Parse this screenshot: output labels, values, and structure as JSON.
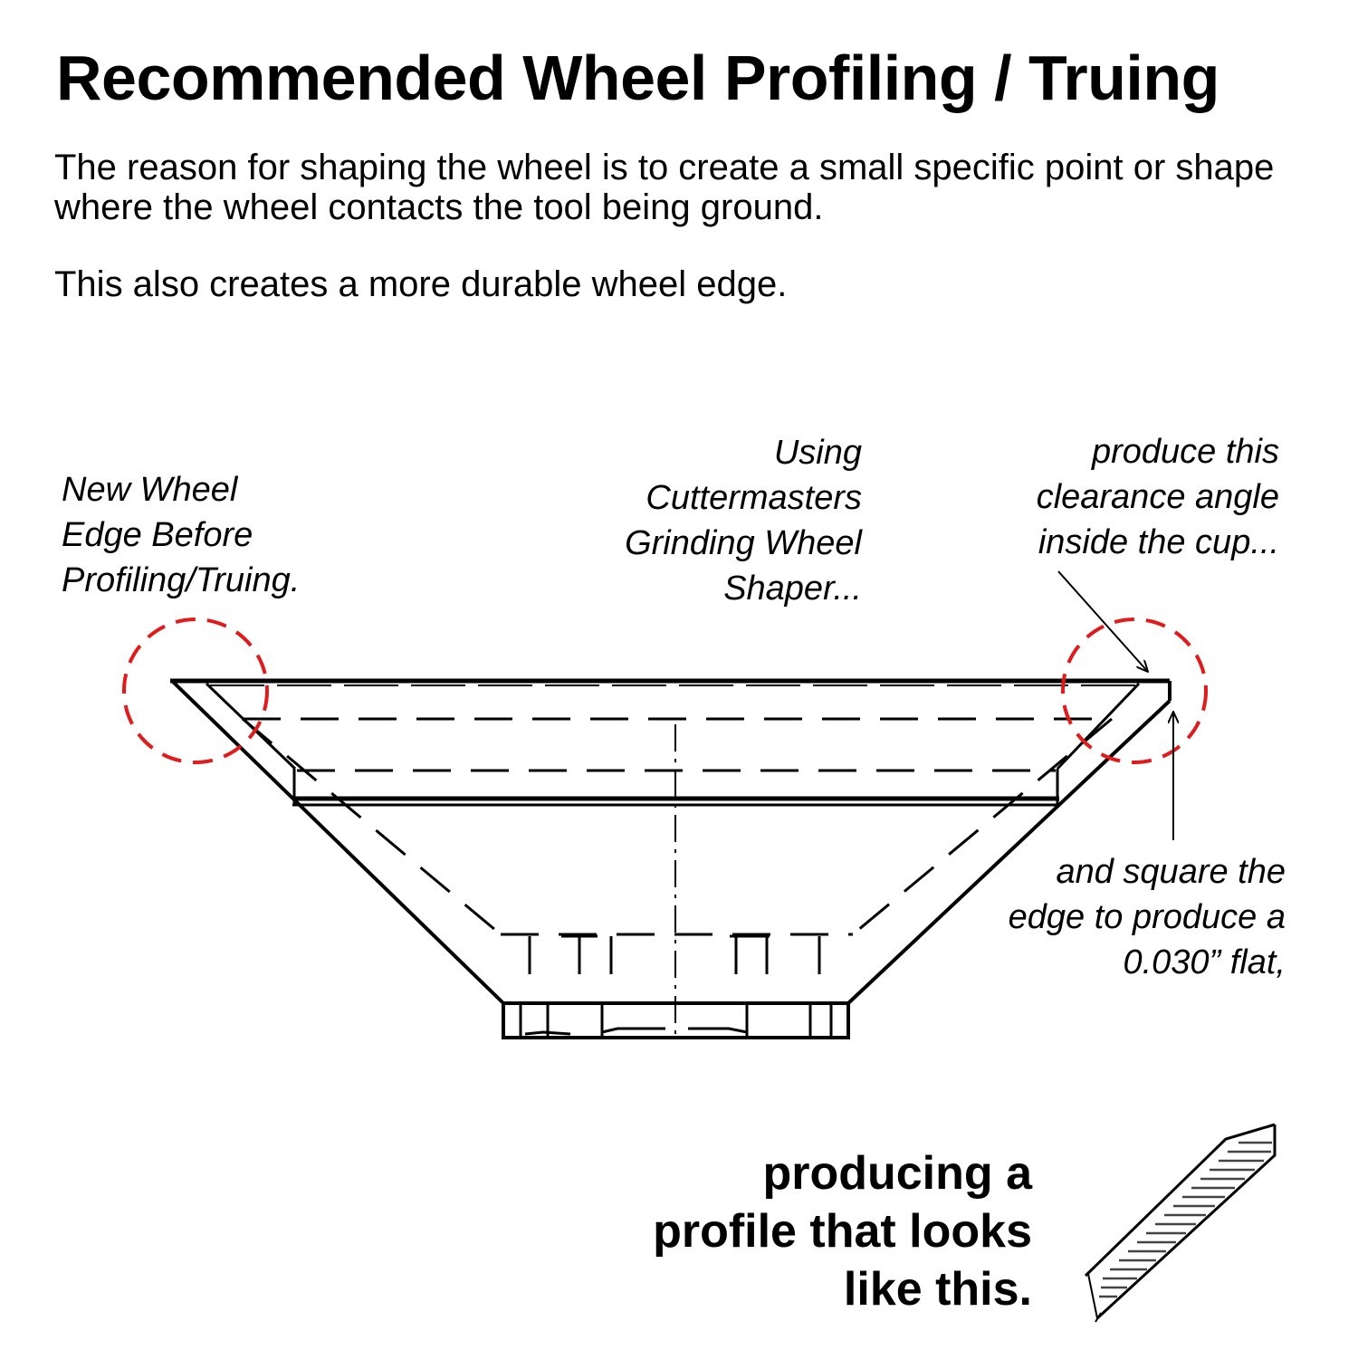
{
  "title": "Recommended Wheel Profiling / Truing",
  "intro": "The reason for shaping the wheel is to create a small specific point or shape where the wheel contacts the tool being ground.",
  "note": "This also creates a more durable wheel edge.",
  "labels": {
    "new_wheel": [
      "New Wheel",
      "Edge Before",
      "Profiling/Truing."
    ],
    "using": [
      "Using",
      "Cuttermasters",
      "Grinding Wheel",
      "Shaper..."
    ],
    "produce": [
      "produce this",
      "clearance angle",
      "inside the cup..."
    ],
    "square": [
      "and square the",
      "edge to produce a",
      "0.030” flat,"
    ],
    "result": [
      "producing a",
      "profile that looks",
      "like this."
    ]
  },
  "colors": {
    "highlight_circle": "#e01b1b",
    "line": "#000000"
  },
  "icons": [
    "cup-grinding-wheel-drawing",
    "profile-sketch"
  ]
}
